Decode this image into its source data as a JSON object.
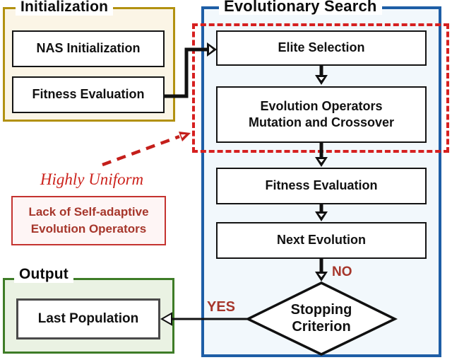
{
  "initialization": {
    "title": "Initialization",
    "nas_init": "NAS Initialization",
    "fitness_eval": "Fitness Evaluation"
  },
  "evolutionary_search": {
    "title": "Evolutionary Search",
    "elite_selection": "Elite Selection",
    "evolution_operators_line1": "Evolution Operators",
    "evolution_operators_line2": "Mutation and Crossover",
    "fitness_eval": "Fitness Evaluation",
    "next_evolution": "Next Evolution",
    "stopping_line1": "Stopping",
    "stopping_line2": "Criterion",
    "no_label": "NO",
    "yes_label": "YES"
  },
  "annotations": {
    "highly_uniform": "Highly Uniform",
    "warning_line1": "Lack of Self-adaptive",
    "warning_line2": "Evolution Operators"
  },
  "output": {
    "title": "Output",
    "last_population": "Last Population"
  },
  "colors": {
    "init_border": "#B29110",
    "init_bg": "#FBF5E6",
    "search_border": "#1E5EA6",
    "search_bg": "#F2F8FC",
    "output_border": "#3E7C27",
    "output_bg": "#EAF2E3",
    "dashed_highlight_red": "#D62020",
    "annotation_dark_red": "#A6362B",
    "annotation_bright_red": "#CC231D",
    "arrow_black": "#111111"
  }
}
